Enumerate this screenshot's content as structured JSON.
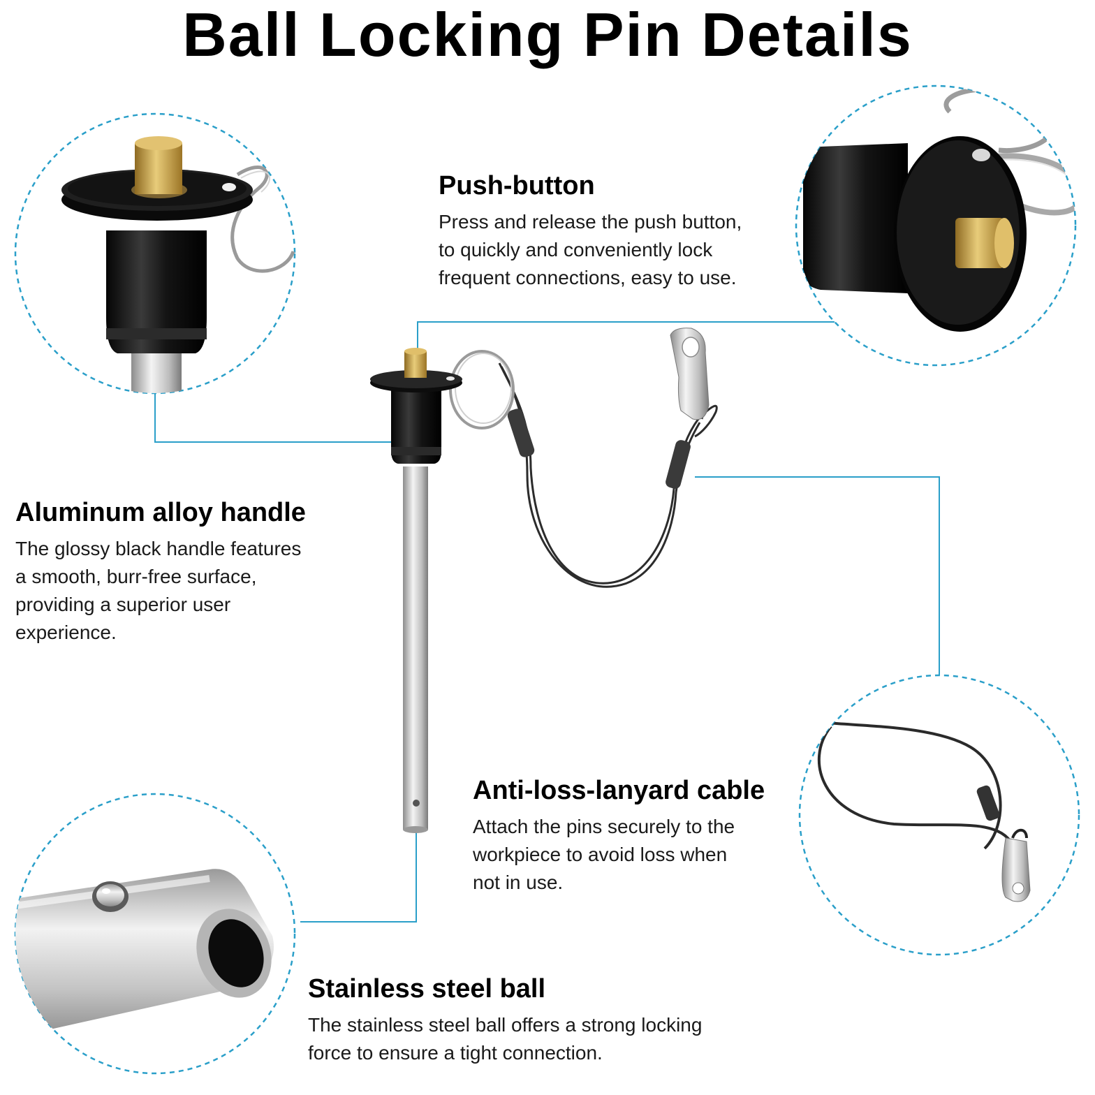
{
  "title": "Ball Locking Pin Details",
  "features": {
    "push_button": {
      "heading": "Push-button",
      "text": "Press and release the push button,\nto quickly and conveniently lock\nfrequent connections, easy to use."
    },
    "handle": {
      "heading": "Aluminum alloy handle",
      "text": "The glossy black handle features\na smooth, burr-free surface,\nproviding a superior user\nexperience."
    },
    "cable": {
      "heading": "Anti-loss-lanyard cable",
      "text": "Attach the pins securely to the\nworkpiece to avoid loss when\nnot in use."
    },
    "ball": {
      "heading": "Stainless steel ball",
      "text": "The stainless steel ball offers a strong locking\nforce to ensure a tight connection."
    }
  },
  "colors": {
    "callout_line": "#2a9fc9",
    "handle_black": "#121212",
    "brass": "#c9a34a",
    "steel": "#c8c8c8"
  }
}
